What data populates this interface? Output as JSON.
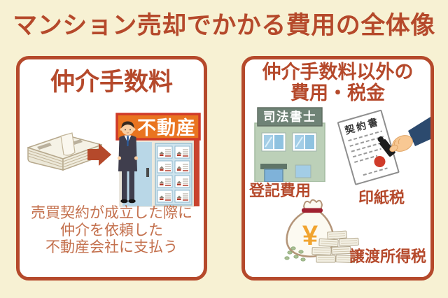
{
  "header": {
    "title": "マンション売却でかかる費用の全体像"
  },
  "left_card": {
    "title": "仲介手数料",
    "shop_sign": "不動産",
    "description_lines": [
      "売買契約が成立した際に",
      "仲介を依頼した",
      "不動産会社に支払う"
    ]
  },
  "right_card": {
    "title_lines": [
      "仲介手数料以外の",
      "費用・税金"
    ],
    "building_sign": "司法書士",
    "contract_title": "契約書",
    "yen_symbol": "¥",
    "labels": {
      "registration": "登記費用",
      "stamp_tax": "印紙税",
      "capital_gains": "譲渡所得税"
    }
  },
  "colors": {
    "background": "#f7f1d3",
    "accent_red": "#b5492b",
    "description_text": "#c4714e",
    "shop_sign_orange": "#e97420",
    "shop_sign_border": "#d03a28",
    "building_green": "#bcd0b8",
    "yen_yellow": "#f1a42f",
    "card_background": "#ffffff"
  }
}
